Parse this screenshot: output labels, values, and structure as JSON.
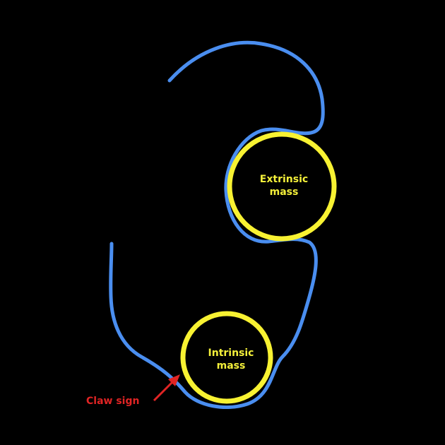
{
  "labels": {
    "extrinsic": [
      "Extrinsic",
      "mass"
    ],
    "intrinsic": [
      "Intrinsic",
      "mass"
    ],
    "claw_sign": "Claw sign"
  },
  "colors": {
    "background": "#000000",
    "wall": "#4a8ef0",
    "mass": "#f8f232",
    "mass_text": "#f4f03a",
    "annotation": "#e02424"
  }
}
